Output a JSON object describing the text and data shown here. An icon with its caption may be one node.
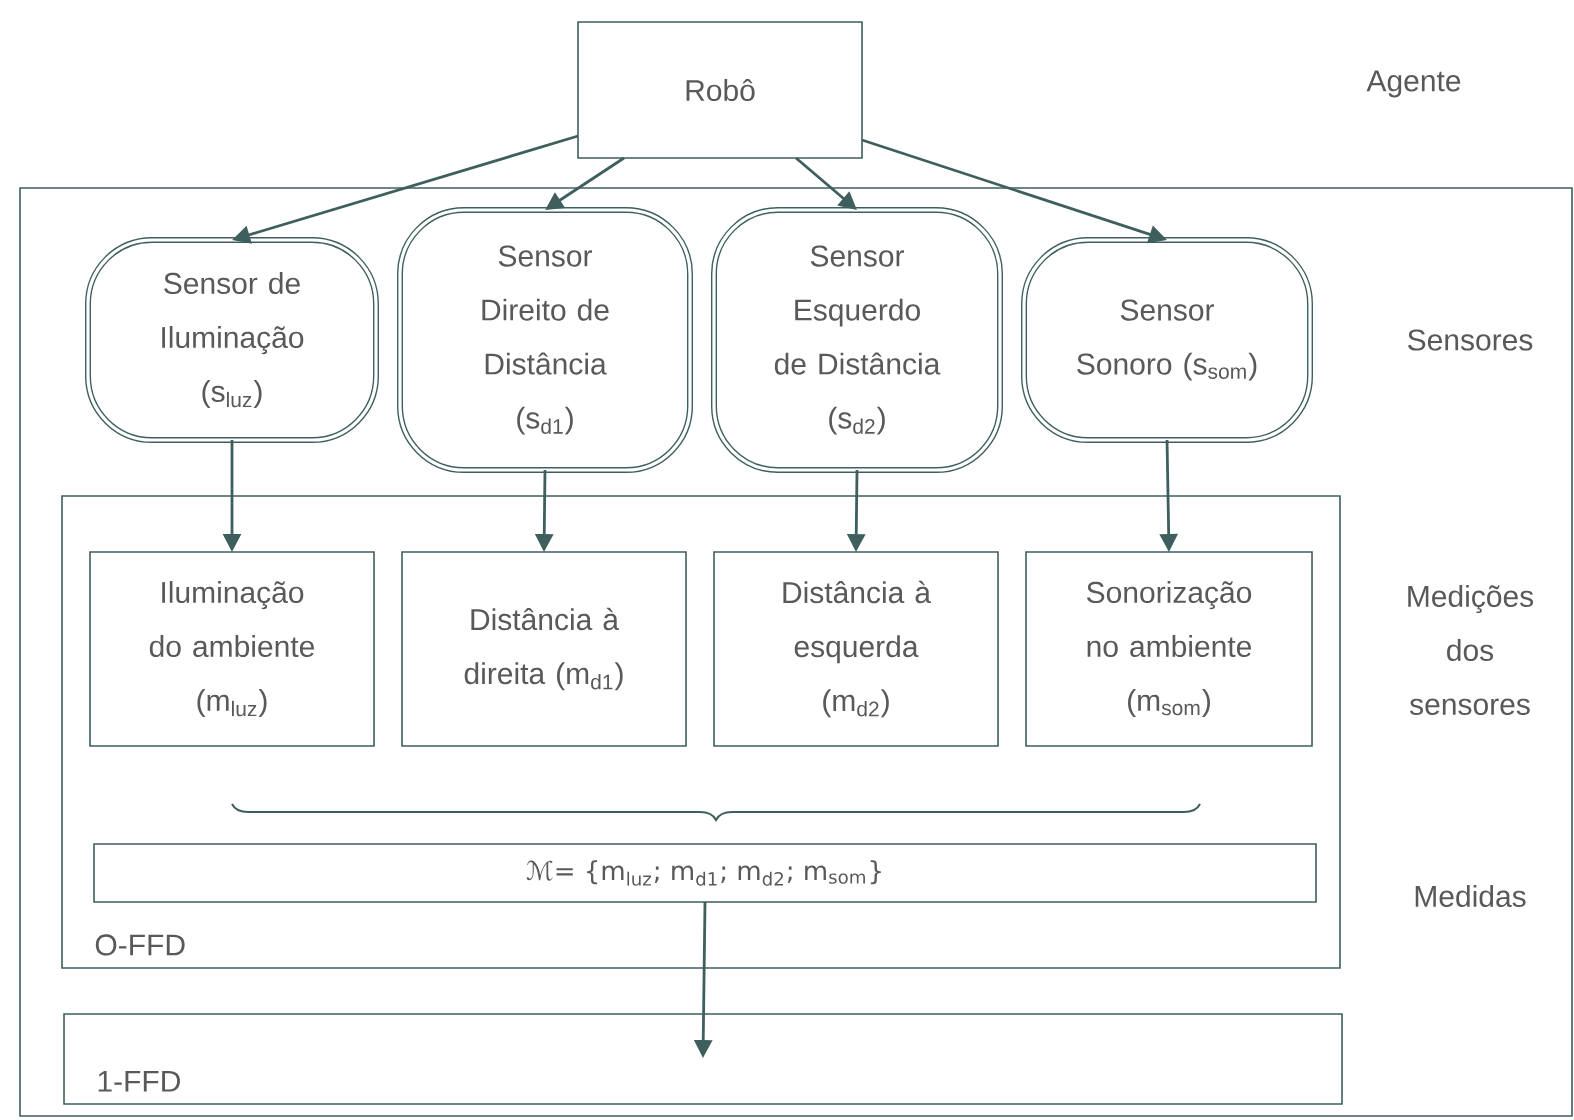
{
  "diagram": {
    "nodes": [
      {
        "text": [
          "Robô"
        ]
      },
      {
        "text": [],
        "shape": "box"
      },
      {
        "text": [
          "Sensor de Iluminação (s$_{luz}$)"
        ],
        "in": 1
      },
      {
        "text": [
          "Sensor Direito de Distância (s$_{d1}$)"
        ],
        "in": 1
      },
      {
        "text": [
          "Sensor Esquerdo de Distância (s$_{d2}$)"
        ],
        "in": 1
      },
      {
        "text": [
          "Sensor Sonoro (s$_{som}$)"
        ],
        "in": 1
      },
      {
        "text": [
          "O-FFD"
        ],
        "in": 1
      },
      {
        "text": [
          "Iluminação do ambiente (m$_{luz}$)"
        ],
        "in": 6
      },
      {
        "text": [
          "Distância à direita (m$_{d1}$)"
        ],
        "in": 6
      },
      {
        "text": [
          "Distância à esquerda (m$_{d2}$)"
        ],
        "in": 6
      },
      {
        "text": [
          "Sonorização no ambiente (m$_{som}$)"
        ],
        "in": 6
      },
      {
        "text": [
          "ℳ= {m$_{luz}$; m$_{d1}$; m$_{d2}$; m$_{som}$}"
        ],
        "in": 6
      },
      {
        "text": [
          "1-FFD"
        ],
        "in": 1
      }
    ],
    "edges": [
      {
        "from": 0,
        "to": 2,
        "arrow": "to"
      },
      {
        "from": 0,
        "to": 3,
        "arrow": "to"
      },
      {
        "from": 0,
        "to": 4,
        "arrow": "to"
      },
      {
        "from": 0,
        "to": 5,
        "arrow": "to"
      },
      {
        "from": 2,
        "to": 7,
        "arrow": "to"
      },
      {
        "from": 3,
        "to": 8,
        "arrow": "to"
      },
      {
        "from": 4,
        "to": 9,
        "arrow": "to"
      },
      {
        "from": 5,
        "to": 10,
        "arrow": "to"
      },
      {
        "from": 11,
        "to": 12,
        "arrow": "to"
      }
    ],
    "labels": [
      "Agente",
      "Sensores",
      "Medições dos sensores",
      "Medidas"
    ]
  }
}
